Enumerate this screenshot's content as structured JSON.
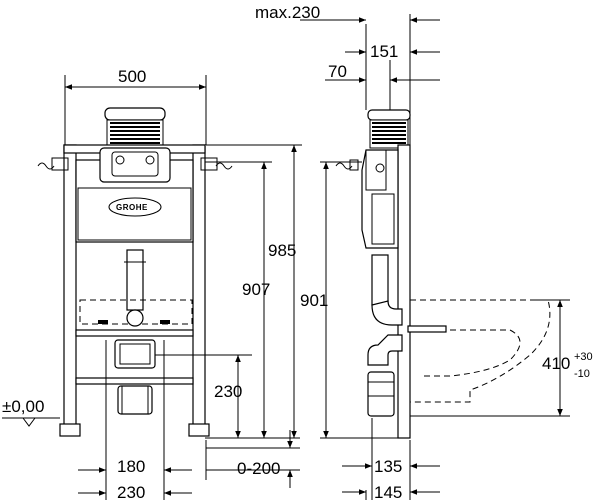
{
  "brand": "GROHE",
  "dimensions": {
    "width_top": "500",
    "max_depth": "max.230",
    "depth_151": "151",
    "depth_70": "70",
    "height_985": "985",
    "height_907": "907",
    "height_901": "901",
    "height_230": "230",
    "floor_level": "±0,00",
    "width_180": "180",
    "width_230_bottom": "230",
    "range_0_200": "0-200",
    "depth_135": "135",
    "depth_145": "145",
    "height_410": "410",
    "tol_plus": "+30",
    "tol_minus": "-10"
  }
}
